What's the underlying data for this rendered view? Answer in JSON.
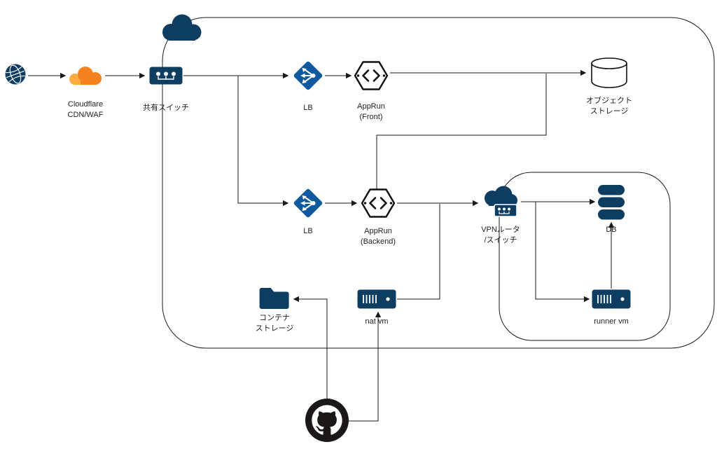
{
  "diagram": {
    "background": "#ffffff",
    "colors": {
      "navy": "#0e3d62",
      "lb_blue": "#0f5a9e",
      "cloudflare_orange": "#f6821f",
      "cloudflare_light": "#fbad41",
      "outline_black": "#111111",
      "line": "#1a1a1a",
      "github_black": "#1b1817"
    },
    "nodes": {
      "cloudflare": {
        "label": "Cloudflare\nCDN/WAF"
      },
      "shared_switch": {
        "label": "共有スイッチ"
      },
      "lb_front": {
        "label": "LB"
      },
      "apprun_front": {
        "label": "AppRun\n(Front)"
      },
      "object_storage": {
        "label": "オブジェクト\nストレージ"
      },
      "lb_backend": {
        "label": "LB"
      },
      "apprun_backend": {
        "label": "AppRun\n(Backend)"
      },
      "vpn_router": {
        "label": "VPNルータ\n/スイッチ"
      },
      "db": {
        "label": "DB"
      },
      "runner_vm": {
        "label": "runner vm"
      },
      "nat_vm": {
        "label": "nat vm"
      },
      "container_storage": {
        "label": "コンテナ\nストレージ"
      }
    },
    "edges": [
      {
        "from": "internet",
        "to": "cloudflare"
      },
      {
        "from": "cloudflare",
        "to": "shared_switch"
      },
      {
        "from": "shared_switch",
        "to": "lb_front"
      },
      {
        "from": "shared_switch",
        "to": "lb_backend"
      },
      {
        "from": "lb_front",
        "to": "apprun_front"
      },
      {
        "from": "apprun_front",
        "to": "object_storage"
      },
      {
        "from": "apprun_backend",
        "to": "object_storage"
      },
      {
        "from": "lb_backend",
        "to": "apprun_backend"
      },
      {
        "from": "apprun_backend",
        "to": "vpn_router"
      },
      {
        "from": "nat_vm",
        "to": "vpn_router"
      },
      {
        "from": "vpn_router",
        "to": "db"
      },
      {
        "from": "vpn_router",
        "to": "runner_vm"
      },
      {
        "from": "runner_vm",
        "to": "db"
      },
      {
        "from": "github",
        "to": "container_storage"
      },
      {
        "from": "github",
        "to": "nat_vm"
      }
    ]
  }
}
